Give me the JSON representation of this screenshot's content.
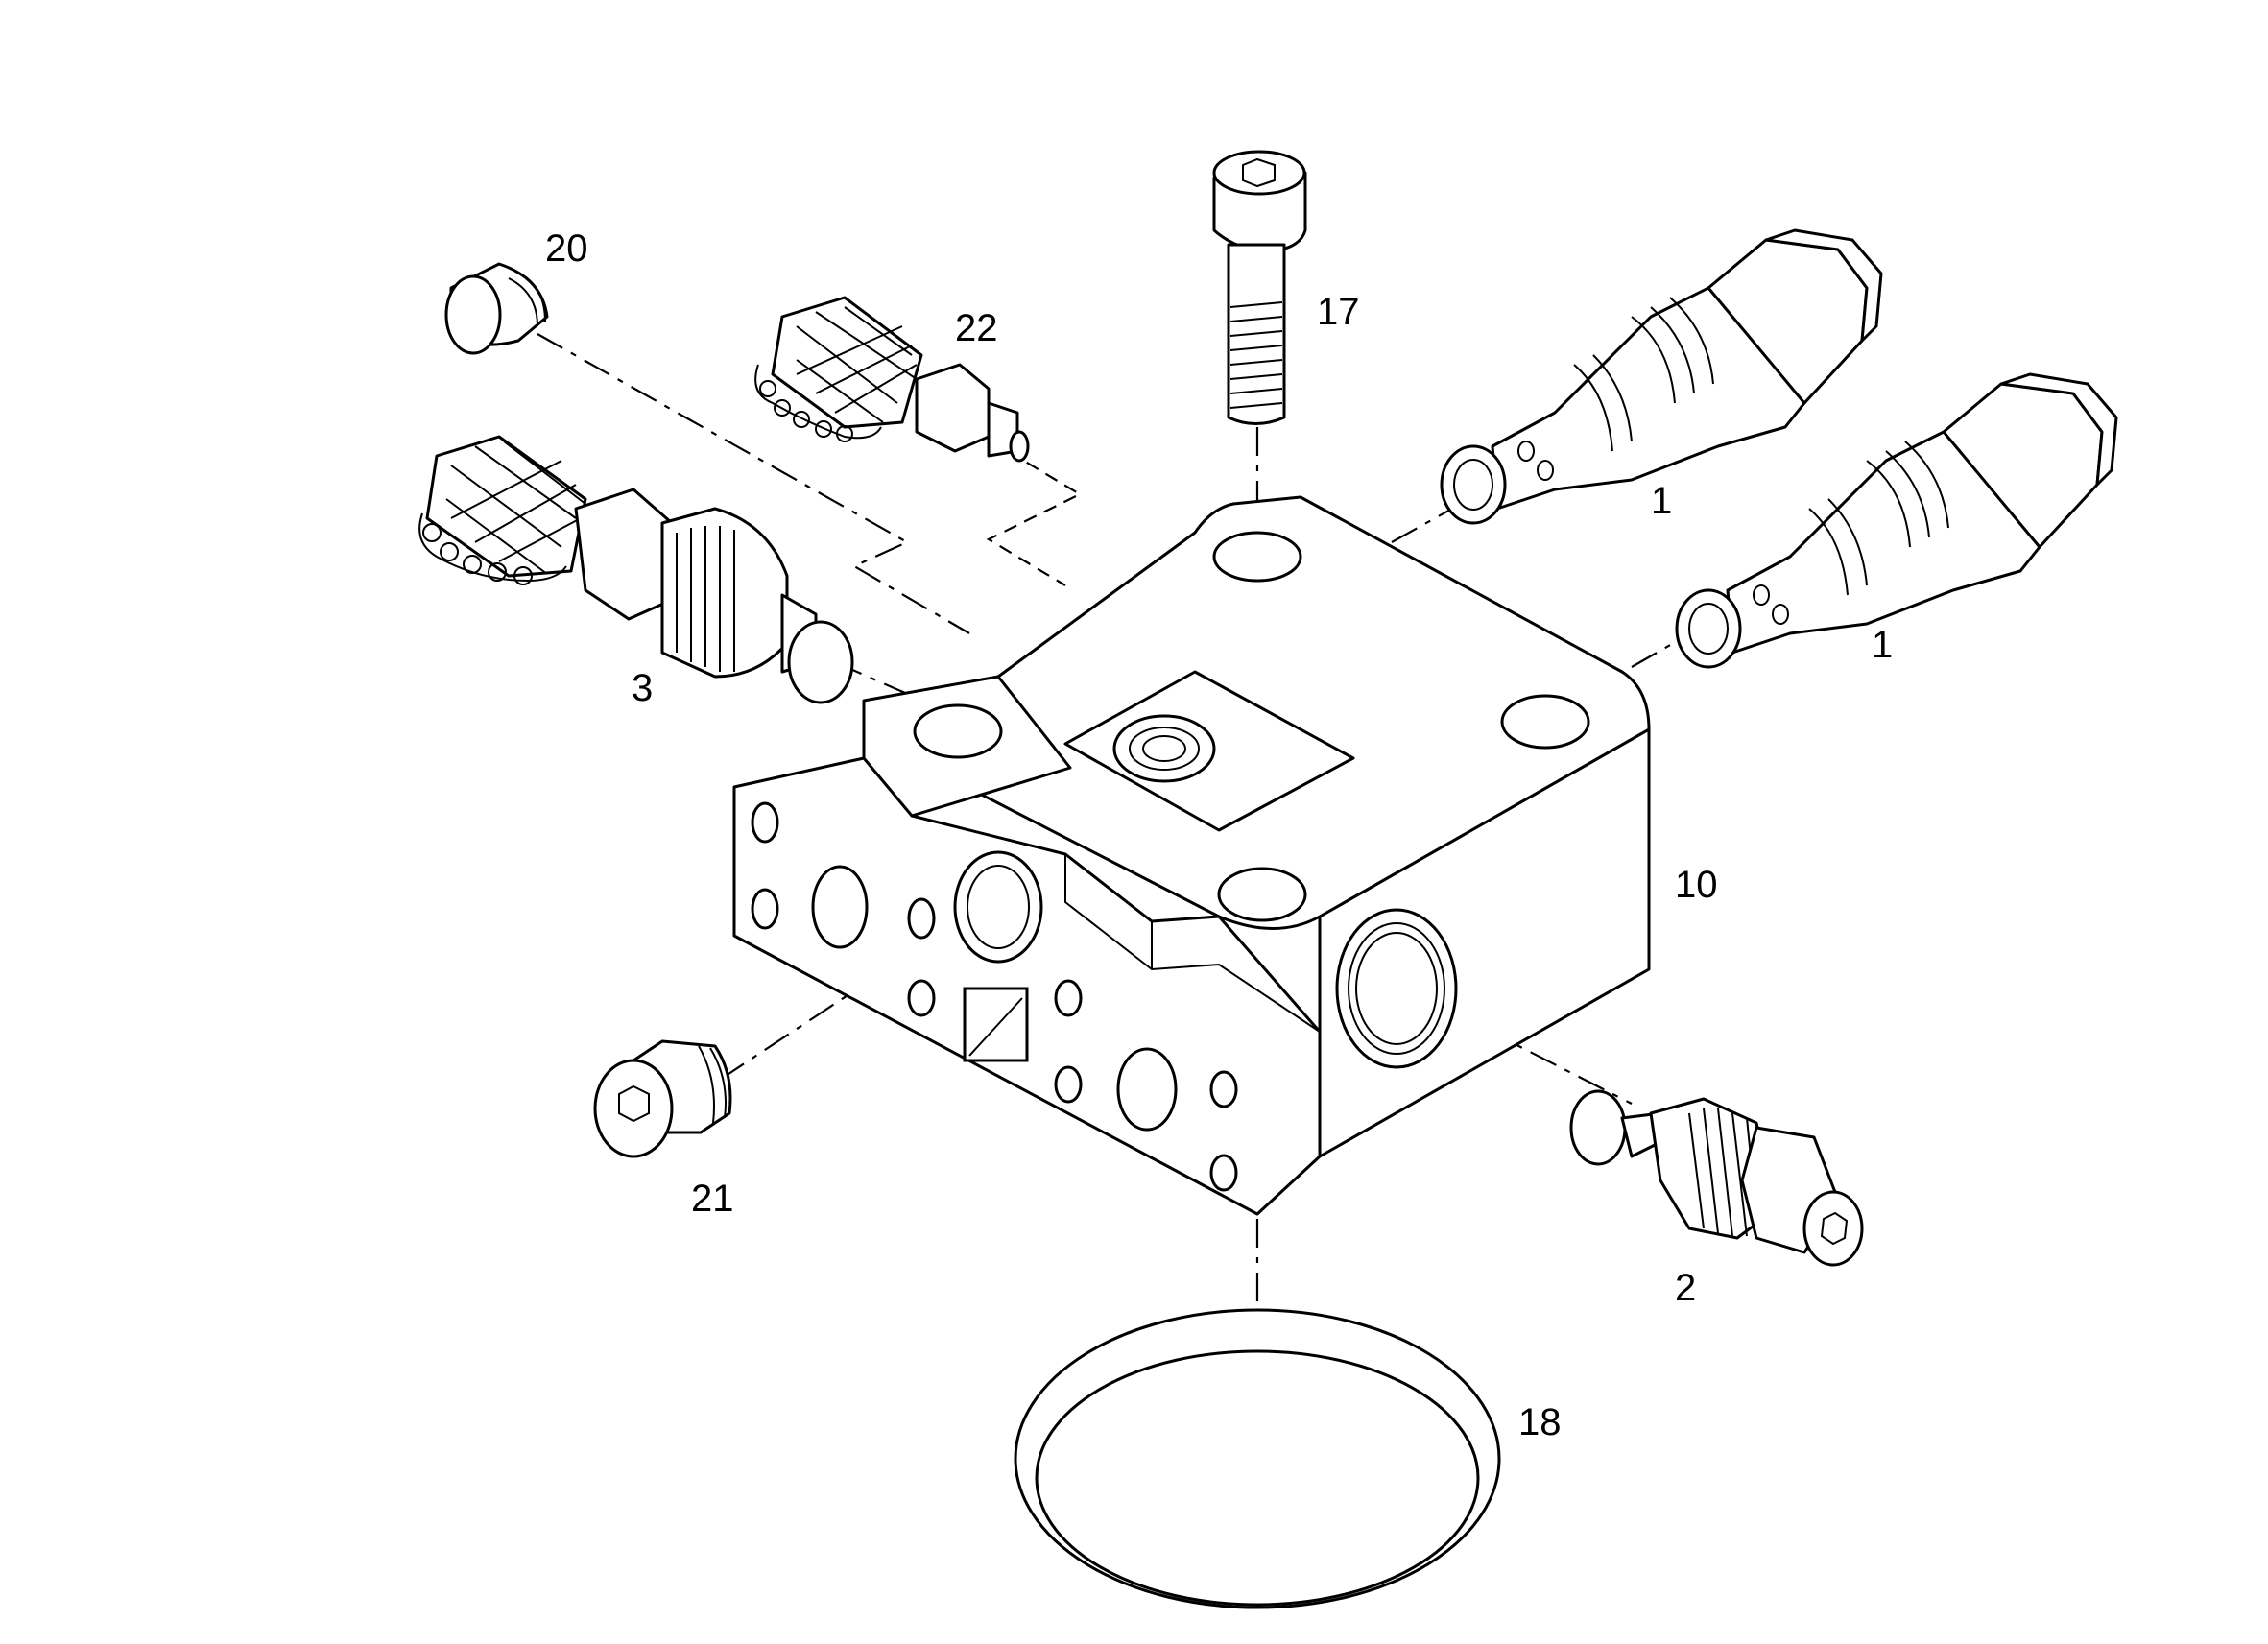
{
  "callouts": {
    "c1a": "1",
    "c1b": "1",
    "c2": "2",
    "c3": "3",
    "c10": "10",
    "c17": "17",
    "c18": "18",
    "c20": "20",
    "c21": "21",
    "c22": "22"
  }
}
